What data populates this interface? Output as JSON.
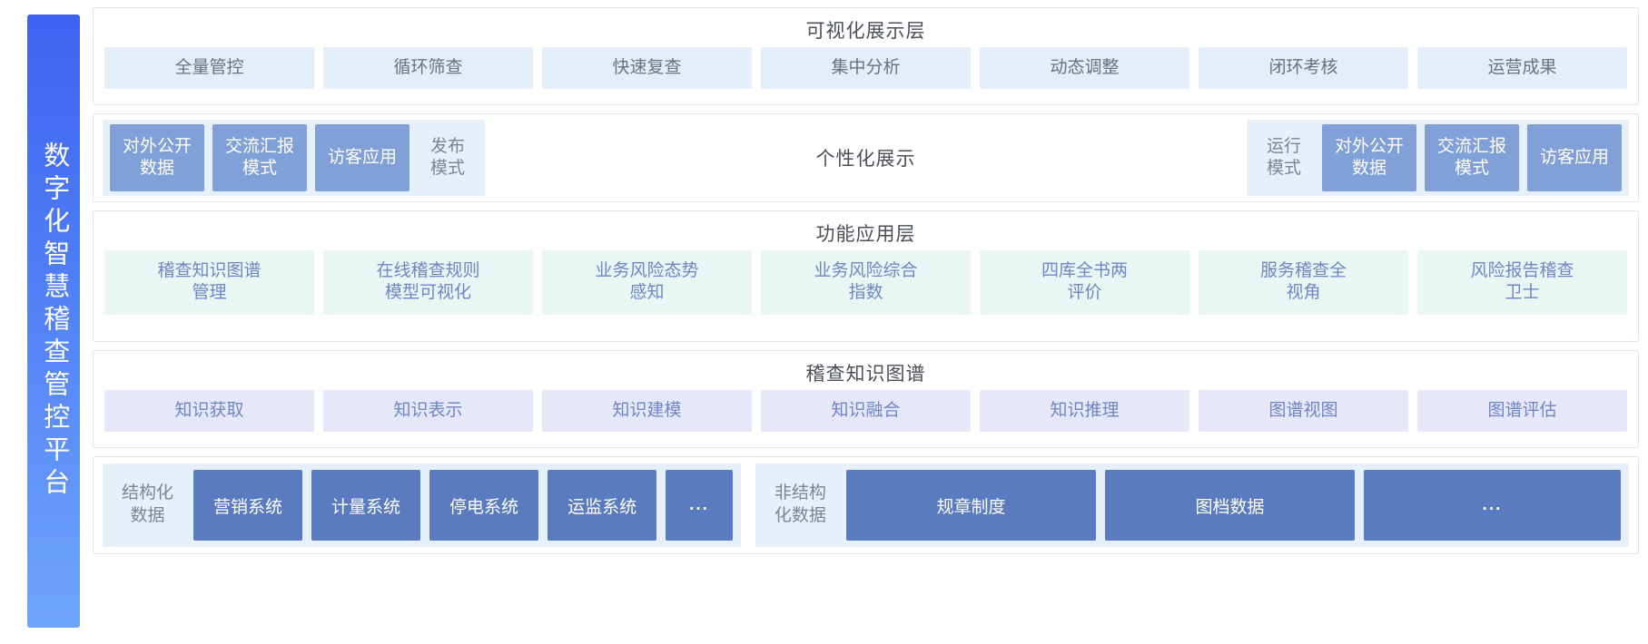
{
  "platform": {
    "title": "数字化智慧稽查管控平台"
  },
  "layers": {
    "visualization": {
      "title": "可视化展示层",
      "items": [
        {
          "label": "全量管控"
        },
        {
          "label": "循环筛查"
        },
        {
          "label": "快速复查"
        },
        {
          "label": "集中分析"
        },
        {
          "label": "动态调整"
        },
        {
          "label": "闭环考核"
        },
        {
          "label": "运营成果"
        }
      ]
    },
    "modes": {
      "center_label": "个性化展示",
      "left_group": {
        "mode_label": "发布\n模式",
        "cards": [
          {
            "label": "对外公开\n数据"
          },
          {
            "label": "交流汇报\n模式"
          },
          {
            "label": "访客应用"
          }
        ]
      },
      "right_group": {
        "mode_label": "运行\n模式",
        "cards": [
          {
            "label": "对外公开\n数据"
          },
          {
            "label": "交流汇报\n模式"
          },
          {
            "label": "访客应用"
          }
        ]
      }
    },
    "function": {
      "title": "功能应用层",
      "items": [
        {
          "label": "稽查知识图谱\n管理"
        },
        {
          "label": "在线稽查规则\n模型可视化"
        },
        {
          "label": "业务风险态势\n感知"
        },
        {
          "label": "业务风险综合\n指数"
        },
        {
          "label": "四库全书两\n评价"
        },
        {
          "label": "服务稽查全\n视角"
        },
        {
          "label": "风险报告稽查\n卫士"
        }
      ]
    },
    "knowledge_graph": {
      "title": "稽查知识图谱",
      "items": [
        {
          "label": "知识获取"
        },
        {
          "label": "知识表示"
        },
        {
          "label": "知识建模"
        },
        {
          "label": "知识融合"
        },
        {
          "label": "知识推理"
        },
        {
          "label": "图谱视图"
        },
        {
          "label": "图谱评估"
        }
      ]
    },
    "data": {
      "structured": {
        "label": "结构化\n数据",
        "items": [
          {
            "label": "营销系统"
          },
          {
            "label": "计量系统"
          },
          {
            "label": "停电系统"
          },
          {
            "label": "运监系统"
          },
          {
            "label": "..."
          }
        ]
      },
      "unstructured": {
        "label": "非结构\n化数据",
        "items": [
          {
            "label": "规章制度"
          },
          {
            "label": "图档数据"
          },
          {
            "label": "..."
          }
        ]
      }
    }
  },
  "colors": {
    "banner_gradient_start": "#3f63f2",
    "banner_gradient_end": "#6fa4fb",
    "chip_visualization_bg": "#e4eefb",
    "chip_function_bg": "#e8f7f4",
    "chip_kg_bg": "#e6e8fa",
    "mode_card_bg": "#82a0d8",
    "data_card_bg": "#5b7bc0",
    "group_band_bg": "#e6f0fb",
    "layer_border": "#dfe3ea",
    "text_muted": "#7d8594",
    "text_title": "#4a4f57",
    "text_chip_blue": "#6f86c4"
  }
}
